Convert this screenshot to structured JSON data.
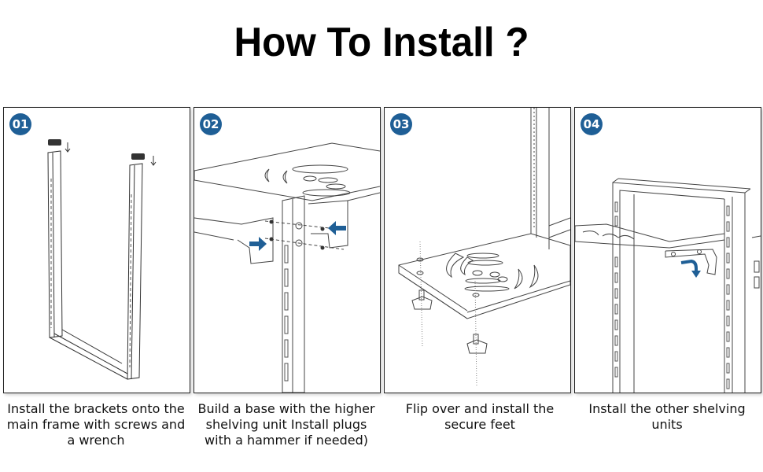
{
  "title": "How To Install ?",
  "accent_color": "#1f5f96",
  "steps": [
    {
      "number": "01",
      "caption": "Install the brackets onto the main frame with screws and a wrench",
      "illustration": "u-frame-with-end-caps"
    },
    {
      "number": "02",
      "caption": "Build a base with the higher shelving unit Install plugs with a hammer if needed)",
      "illustration": "bracket-screw-assembly"
    },
    {
      "number": "03",
      "caption": "Flip over and install the secure feet",
      "illustration": "shelf-with-feet"
    },
    {
      "number": "04",
      "caption": "Install the other shelving units",
      "illustration": "frame-with-shelf-hook"
    }
  ]
}
